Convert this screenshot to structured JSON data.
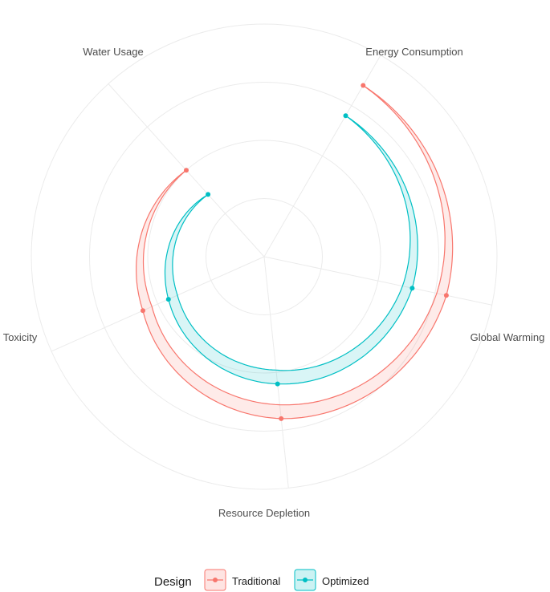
{
  "chart_data": {
    "type": "radar",
    "axes": [
      "Energy Consumption",
      "Global Warming",
      "Resource Depletion",
      "Toxicity",
      "Water Usage"
    ],
    "rlim": [
      0,
      10
    ],
    "grid": true,
    "series": [
      {
        "name": "Traditional",
        "values": [
          8.5,
          8.0,
          7.0,
          5.7,
          5.0
        ]
      },
      {
        "name": "Optimized",
        "values": [
          7.0,
          6.5,
          5.5,
          4.5,
          3.6
        ]
      }
    ],
    "legend": {
      "title": "Design",
      "position": "bottom"
    },
    "colors": {
      "Traditional": "#F8766D",
      "Optimized": "#00BFC4",
      "grid": "#ebebeb",
      "text": "#4d4d4d"
    }
  }
}
